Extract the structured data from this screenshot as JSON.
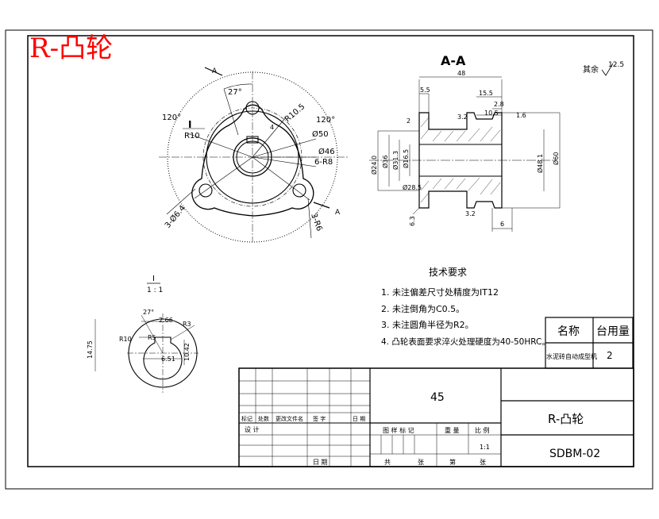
{
  "header": {
    "title": "R-凸轮",
    "title_color": "#ff0000"
  },
  "section_view": {
    "label": "A-A",
    "roughness_other_label": "其余",
    "roughness_other_value": "12.5"
  },
  "front_view": {
    "cut_label_top": "A",
    "cut_label_bottom": "A",
    "detail_marker": "I",
    "dims": {
      "angle_27": "27°",
      "angle_120_left": "120°",
      "angle_120_right": "120°",
      "r10_5": "R10.5",
      "r10": "R10",
      "d50": "Ø50",
      "d46": "Ø46",
      "r8": "6-R8",
      "holes_left": "3-Ø6.4",
      "holes_right": "3-R6",
      "small_4": "4"
    }
  },
  "section_dims": {
    "length_48": "48",
    "d5_5": "5.5",
    "d15_5": "15.5",
    "d2_8": "2.8",
    "d10_5": "10.5",
    "d2": "2",
    "r3_2": "3.2",
    "r1_6": "1.6",
    "d_left": "Ø24.0",
    "d_36": "Ø36",
    "d_31_3": "Ø31.3",
    "d_16_5": "Ø16.5",
    "d_28_5": "Ø28.5",
    "d_right": "Ø48.1",
    "d_60": "Ø60",
    "r3_2b": "3.2",
    "r6_3": "6.3",
    "d_6": "6"
  },
  "detail_view": {
    "label": "I",
    "scale": "1 : 1",
    "dims": {
      "angle_27": "27°",
      "d2_66": "2.66",
      "r3": "R3",
      "r10": "R10",
      "r5": "R5",
      "d14_75": "14.75",
      "d6_51": "6.51",
      "d10_42": "10.42"
    }
  },
  "tech_requirements": {
    "heading": "技术要求",
    "items": [
      "1. 未注偏差尺寸处精度为IT12",
      "2. 未注倒角为C0.5。",
      "3. 未注圆角半径为R2。",
      "4. 凸轮表面要求淬火处理硬度为40-50HRC。"
    ]
  },
  "small_table": {
    "col_name": "名称",
    "col_qty": "台用量",
    "name_value": "水泥砖自动成型机",
    "qty_value": "2"
  },
  "title_block": {
    "material": "45",
    "part_name": "R-凸轮",
    "drawing_no": "SDBM-02",
    "revision_labels": [
      "标记",
      "处数",
      "更改文件名",
      "签 字",
      "日 期"
    ],
    "design_label": "设 计",
    "date_label": "日 期",
    "stage_label": "图 样 标 记",
    "weight_label": "重 量",
    "scale_label": "比 例",
    "scale_value": "1:1",
    "total_label": "共",
    "sheet_unit": "张",
    "page_label": "第",
    "page_unit": "张"
  }
}
